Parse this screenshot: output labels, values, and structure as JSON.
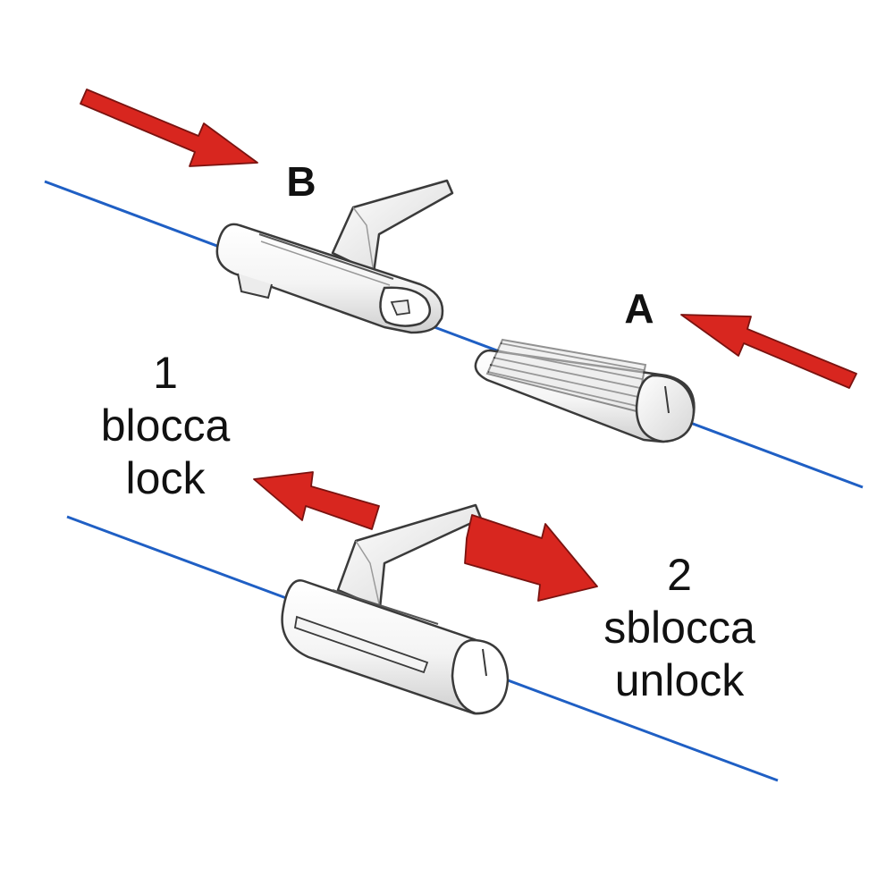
{
  "labels": {
    "b": "B",
    "a": "A",
    "lock_number": "1",
    "lock_it": "blocca",
    "lock_en": "lock",
    "unlock_number": "2",
    "unlock_it": "sblocca",
    "unlock_en": "unlock"
  },
  "colors": {
    "wire": "#1f5fc4",
    "arrow": "#d8261f",
    "arrow_edge": "#7a1310",
    "part_fill": "#ffffff",
    "part_shade": "#d9d9d9",
    "outline": "#3a3a3a"
  }
}
